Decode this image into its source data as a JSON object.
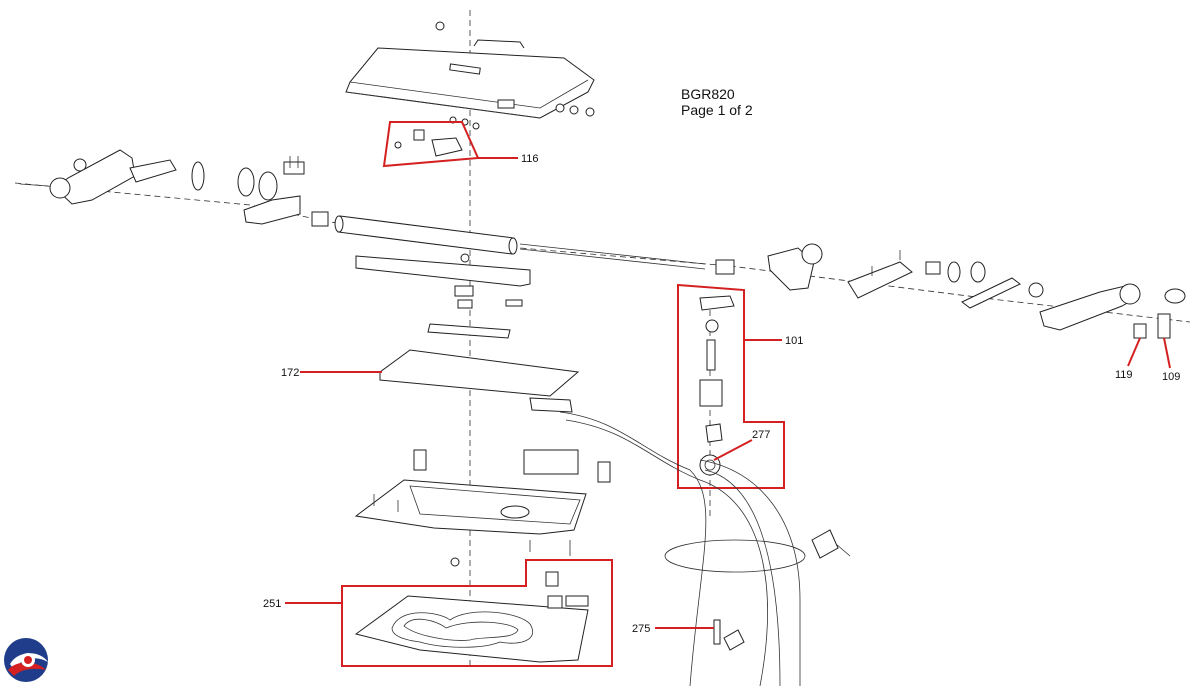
{
  "header": {
    "model": "BGR820",
    "page": "Page 1 of 2"
  },
  "callouts": {
    "c116": "116",
    "c101": "101",
    "c119": "119",
    "c109": "109",
    "c277": "277",
    "c172": "172",
    "c251": "251",
    "c275": "275"
  },
  "colors": {
    "callout_line": "#d42020",
    "drawing_line": "#222222",
    "logo_blue": "#1f3d8a",
    "logo_red": "#d42020"
  }
}
